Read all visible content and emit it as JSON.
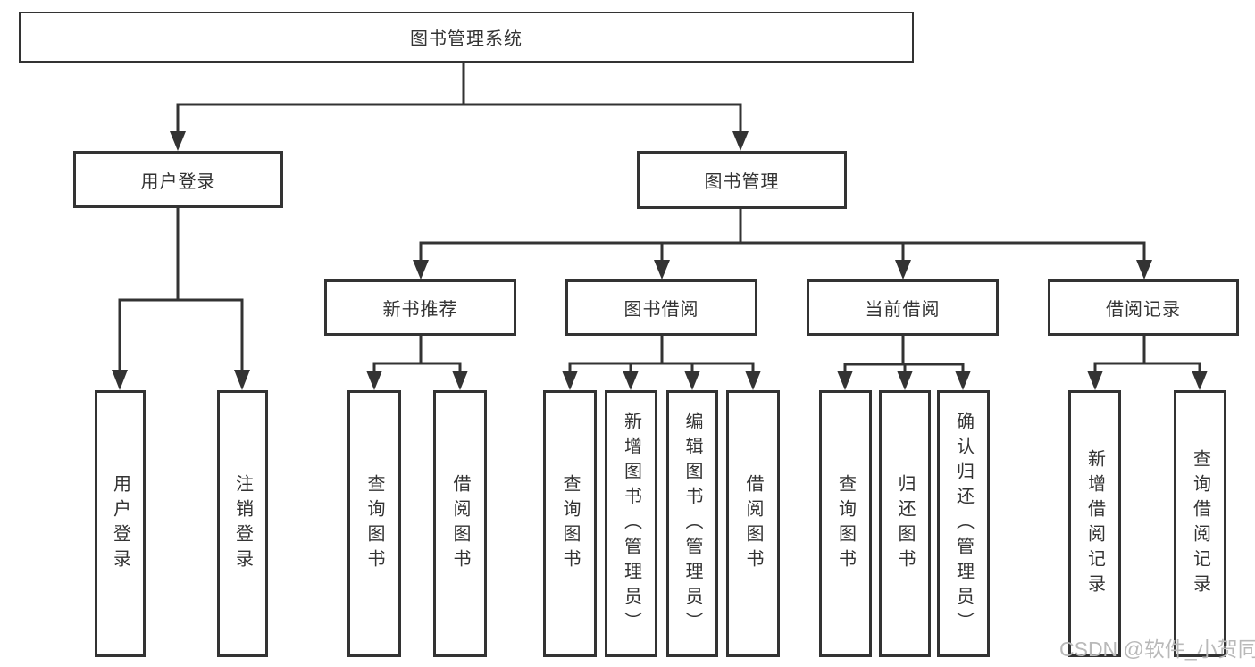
{
  "diagram": {
    "root": {
      "label": "图书管理系统"
    },
    "branches": [
      {
        "label": "用户登录",
        "children": [
          {
            "label": "用户登录"
          },
          {
            "label": "注销登录"
          }
        ]
      },
      {
        "label": "图书管理",
        "children": [
          {
            "label": "新书推荐",
            "children": [
              {
                "label": "查询图书"
              },
              {
                "label": "借阅图书"
              }
            ]
          },
          {
            "label": "图书借阅",
            "children": [
              {
                "label": "查询图书"
              },
              {
                "label": "新增图书（管理员）"
              },
              {
                "label": "编辑图书（管理员）"
              },
              {
                "label": "借阅图书"
              }
            ]
          },
          {
            "label": "当前借阅",
            "children": [
              {
                "label": "查询图书"
              },
              {
                "label": "归还图书"
              },
              {
                "label": "确认归还（管理员）"
              }
            ]
          },
          {
            "label": "借阅记录",
            "children": [
              {
                "label": "新增借阅记录"
              },
              {
                "label": "查询借阅记录"
              }
            ]
          }
        ]
      }
    ]
  },
  "watermark": {
    "text": "CSDN @软件_小贺同学"
  },
  "colors": {
    "line": "#333333",
    "box_border": "#333333",
    "box_background": "#ffffff",
    "text": "#333333",
    "watermark": "#b9b9b9"
  }
}
